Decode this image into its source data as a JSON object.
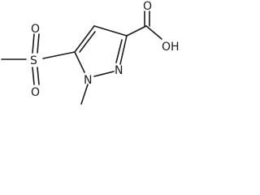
{
  "molecule": {
    "atoms": {
      "s": "S",
      "o_upper": "O",
      "o_lower": "O",
      "n_ring": "N",
      "n_methyl": "N",
      "o_carbonyl": "O",
      "oh": "OH"
    },
    "colors": {
      "bond": "#1a1a1a",
      "background": "#ffffff"
    }
  }
}
